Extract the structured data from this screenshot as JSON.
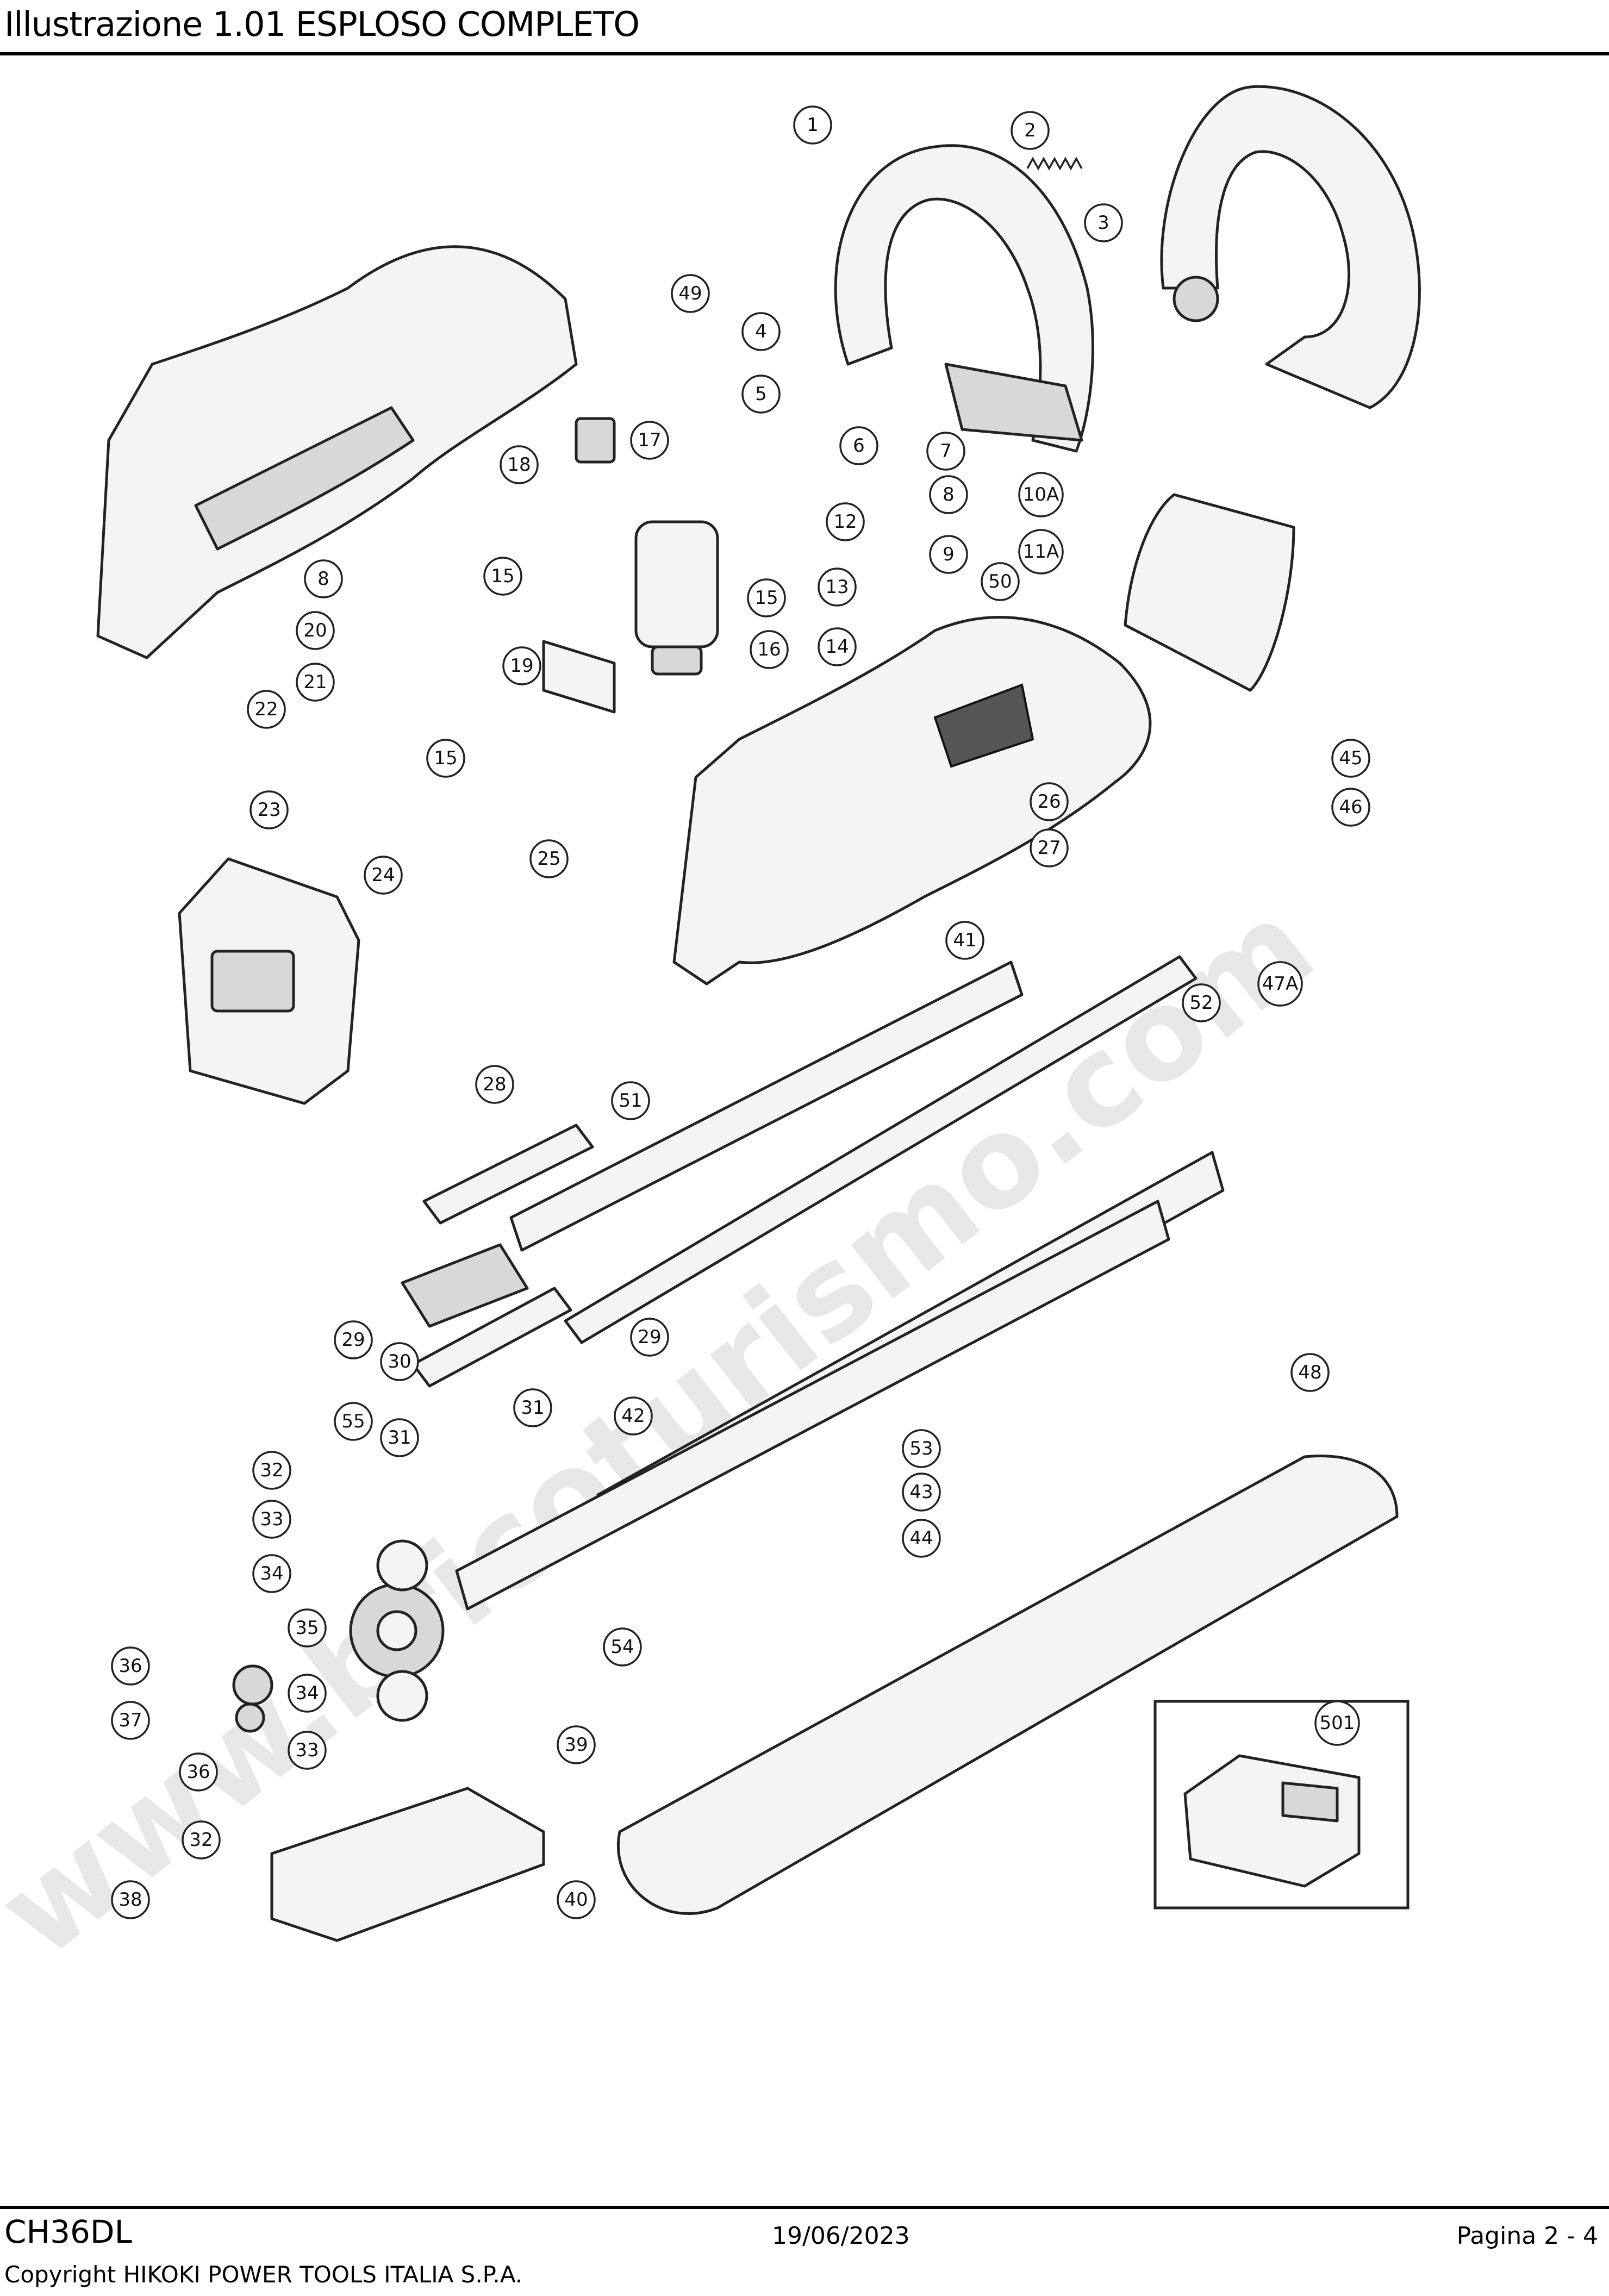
{
  "header": {
    "title": "Illustrazione  1.01 ESPLOSO COMPLETO"
  },
  "diagram": {
    "callouts": [
      {
        "label": "1"
      },
      {
        "label": "2"
      },
      {
        "label": "3"
      },
      {
        "label": "49"
      },
      {
        "label": "4"
      },
      {
        "label": "5"
      },
      {
        "label": "6"
      },
      {
        "label": "7"
      },
      {
        "label": "8"
      },
      {
        "label": "10A"
      },
      {
        "label": "17"
      },
      {
        "label": "18"
      },
      {
        "label": "12"
      },
      {
        "label": "9"
      },
      {
        "label": "11A"
      },
      {
        "label": "8"
      },
      {
        "label": "15"
      },
      {
        "label": "15"
      },
      {
        "label": "13"
      },
      {
        "label": "50"
      },
      {
        "label": "20"
      },
      {
        "label": "14"
      },
      {
        "label": "16"
      },
      {
        "label": "19"
      },
      {
        "label": "21"
      },
      {
        "label": "22"
      },
      {
        "label": "15"
      },
      {
        "label": "45"
      },
      {
        "label": "23"
      },
      {
        "label": "26"
      },
      {
        "label": "46"
      },
      {
        "label": "27"
      },
      {
        "label": "24"
      },
      {
        "label": "25"
      },
      {
        "label": "41"
      },
      {
        "label": "47A"
      },
      {
        "label": "52"
      },
      {
        "label": "28"
      },
      {
        "label": "51"
      },
      {
        "label": "29"
      },
      {
        "label": "29"
      },
      {
        "label": "30"
      },
      {
        "label": "55"
      },
      {
        "label": "31"
      },
      {
        "label": "42"
      },
      {
        "label": "31"
      },
      {
        "label": "48"
      },
      {
        "label": "53"
      },
      {
        "label": "32"
      },
      {
        "label": "33"
      },
      {
        "label": "43"
      },
      {
        "label": "44"
      },
      {
        "label": "34"
      },
      {
        "label": "35"
      },
      {
        "label": "54"
      },
      {
        "label": "36"
      },
      {
        "label": "34"
      },
      {
        "label": "37"
      },
      {
        "label": "33"
      },
      {
        "label": "39"
      },
      {
        "label": "501"
      },
      {
        "label": "36"
      },
      {
        "label": "32"
      },
      {
        "label": "38"
      },
      {
        "label": "40"
      }
    ]
  },
  "watermark": {
    "text": "www.bricoturismo.com"
  },
  "footer": {
    "model": "CH36DL",
    "date": "19/06/2023",
    "page": "Pagina 2 - 4",
    "copyright": "Copyright HIKOKI POWER TOOLS ITALIA S.P.A."
  }
}
